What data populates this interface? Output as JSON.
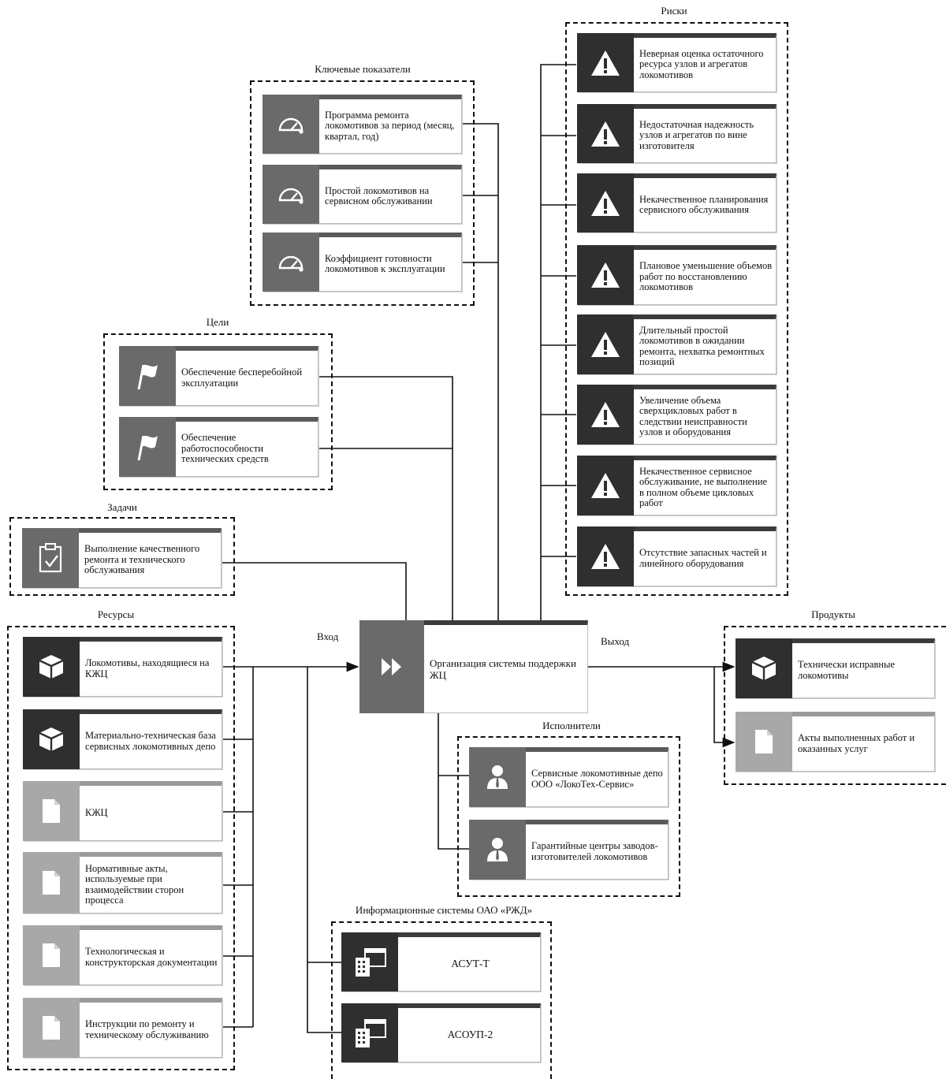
{
  "groups": {
    "risks": "Риски",
    "kpi": "Ключевые показатели",
    "goals": "Цели",
    "tasks": "Задачи",
    "resources": "Ресурсы",
    "products": "Продукты",
    "executors": "Исполнители",
    "infosys": "Информационные системы ОАО «РЖД»"
  },
  "labels": {
    "input": "Вход",
    "output": "Выход"
  },
  "process": {
    "title": "Организация системы поддержки ЖЦ",
    "icon": "fast-forward-icon"
  },
  "kpi": [
    "Программа ремонта локомотивов за период (месяц, квартал, год)",
    "Простой локомотивов на сервисном обслуживании",
    "Коэффициент готовности локомотивов к эксплуатации"
  ],
  "goals": [
    "Обеспечение бесперебойной эксплуатации",
    "Обеспечение работоспособности технических средств"
  ],
  "tasks": [
    "Выполнение качественного ремонта и технического обслуживания"
  ],
  "resources": [
    "Локомотивы, находящиеся на КЖЦ",
    "Материально-техническая база сервисных локомотивных депо",
    "КЖЦ",
    "Нормативные акты, используемые при взаимодействии сторон процесса",
    "Технологическая и конструкторская документации",
    "Инструкции по ремонту и техническому обслуживанию"
  ],
  "risks": [
    "Неверная оценка остаточного ресурса узлов и агрегатов локомотивов",
    "Недостаточная надежность узлов и агрегатов по вине изготовителя",
    "Некачественное планирования сервисного обслуживания",
    "Плановое уменьшение объемов работ по восстановлению локомотивов",
    "Длительный простой локомотивов в ожидании ремонта, нехватка ремонтных позиций",
    "Увеличение объема сверхцикловых работ в следствии неисправности узлов и оборудования",
    "Некачественное сервисное обслуживание, не выполнение в полном объеме цикловых работ",
    "Отсутствие запасных частей и линейного оборудования"
  ],
  "products": [
    "Технически исправные локомотивы",
    "Акты выполненных работ и оказанных услуг"
  ],
  "executors": [
    "Сервисные локомотивные депо ООО «ЛокоТех-Сервис»",
    "Гарантийные центры заводов-изготовителей локомотивов"
  ],
  "infosys": [
    "АСУТ-Т",
    "АСОУП-2"
  ],
  "colors": {
    "dark": "#2f2f2f",
    "mid": "#6a6a6a",
    "light": "#a8a8a8",
    "line": "#111111"
  }
}
